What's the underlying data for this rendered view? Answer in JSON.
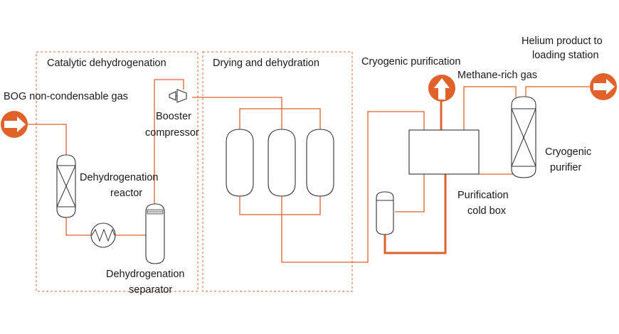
{
  "sections": {
    "catalytic": "Catalytic dehydrogenation",
    "drying": "Drying and dehydration",
    "cryogenic": "Cryogenic purification"
  },
  "streams": {
    "inlet": "BOG non-condensable gas",
    "methane": "Methane-rich gas",
    "helium_line1": "Helium product to",
    "helium_line2": "loading station"
  },
  "equipment": {
    "booster_line1": "Booster",
    "booster_line2": "compressor",
    "reactor_line1": "Dehydrogenation",
    "reactor_line2": "reactor",
    "separator_line1": "Dehydrogenation",
    "separator_line2": "separator",
    "coldbox_line1": "Purification",
    "coldbox_line2": "cold box",
    "purifier_line1": "Cryogenic",
    "purifier_line2": "purifier"
  },
  "colors": {
    "accent": "#e0622a",
    "equipment_outline": "#333333"
  },
  "icons": [
    "arrow-right-icon",
    "arrow-up-icon",
    "heat-exchanger-icon",
    "compressor-icon"
  ]
}
